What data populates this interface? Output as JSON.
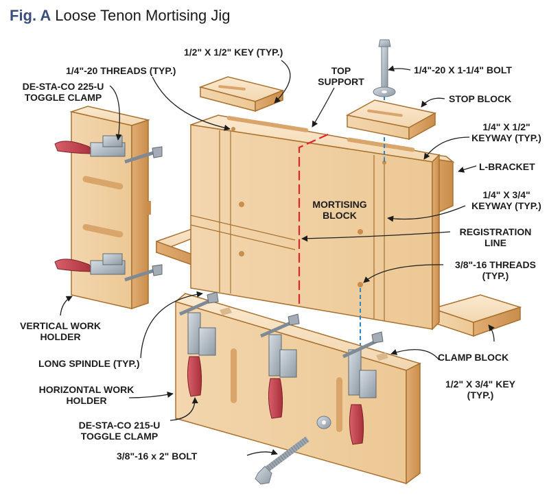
{
  "figure": {
    "prefix": "Fig. A",
    "title": "Loose Tenon Mortising Jig"
  },
  "colors": {
    "title_accent": "#3b4f7a",
    "wood_face": "#f0cfa2",
    "wood_side": "#d9a56b",
    "wood_edge": "#a8702f",
    "registration_line": "#e0232a",
    "alignment_line": "#2a86c8",
    "clamp_handle": "#c9404a",
    "steel": "#aab4bd"
  },
  "labels": {
    "key_half_half": "1/2\" X 1/2\" KEY (TYP.)",
    "threads_quarter": "1/4\"-20 THREADS (TYP.)",
    "toggle_225_l1": "DE-STA-CO 225-U",
    "toggle_225_l2": "TOGGLE CLAMP",
    "top_support_l1": "TOP",
    "top_support_l2": "SUPPORT",
    "bolt_quarter": "1/4\"-20 X 1-1/4\" BOLT",
    "stop_block": "STOP BLOCK",
    "keyway_half_l1": "1/4\" X 1/2\"",
    "keyway_half_l2": "KEYWAY (TYP.)",
    "l_bracket": "L-BRACKET",
    "keyway_34_l1": "1/4\" X 3/4\"",
    "keyway_34_l2": "KEYWAY (TYP.)",
    "mortising_l1": "MORTISING",
    "mortising_l2": "BLOCK",
    "registration_l1": "REGISTRATION",
    "registration_l2": "LINE",
    "threads_38_l1": "3/8\"-16 THREADS",
    "threads_38_l2": "(TYP.)",
    "vertical_l1": "VERTICAL WORK",
    "vertical_l2": "HOLDER",
    "long_spindle": "LONG SPINDLE (TYP.)",
    "clamp_block": "CLAMP BLOCK",
    "horizontal_l1": "HORIZONTAL WORK",
    "horizontal_l2": "HOLDER",
    "key_34_l1": "1/2\" X 3/4\" KEY",
    "key_34_l2": "(TYP.)",
    "toggle_215_l1": "DE-STA-CO 215-U",
    "toggle_215_l2": "TOGGLE CLAMP",
    "bolt_38": "3/8\"-16 x 2\" BOLT"
  }
}
